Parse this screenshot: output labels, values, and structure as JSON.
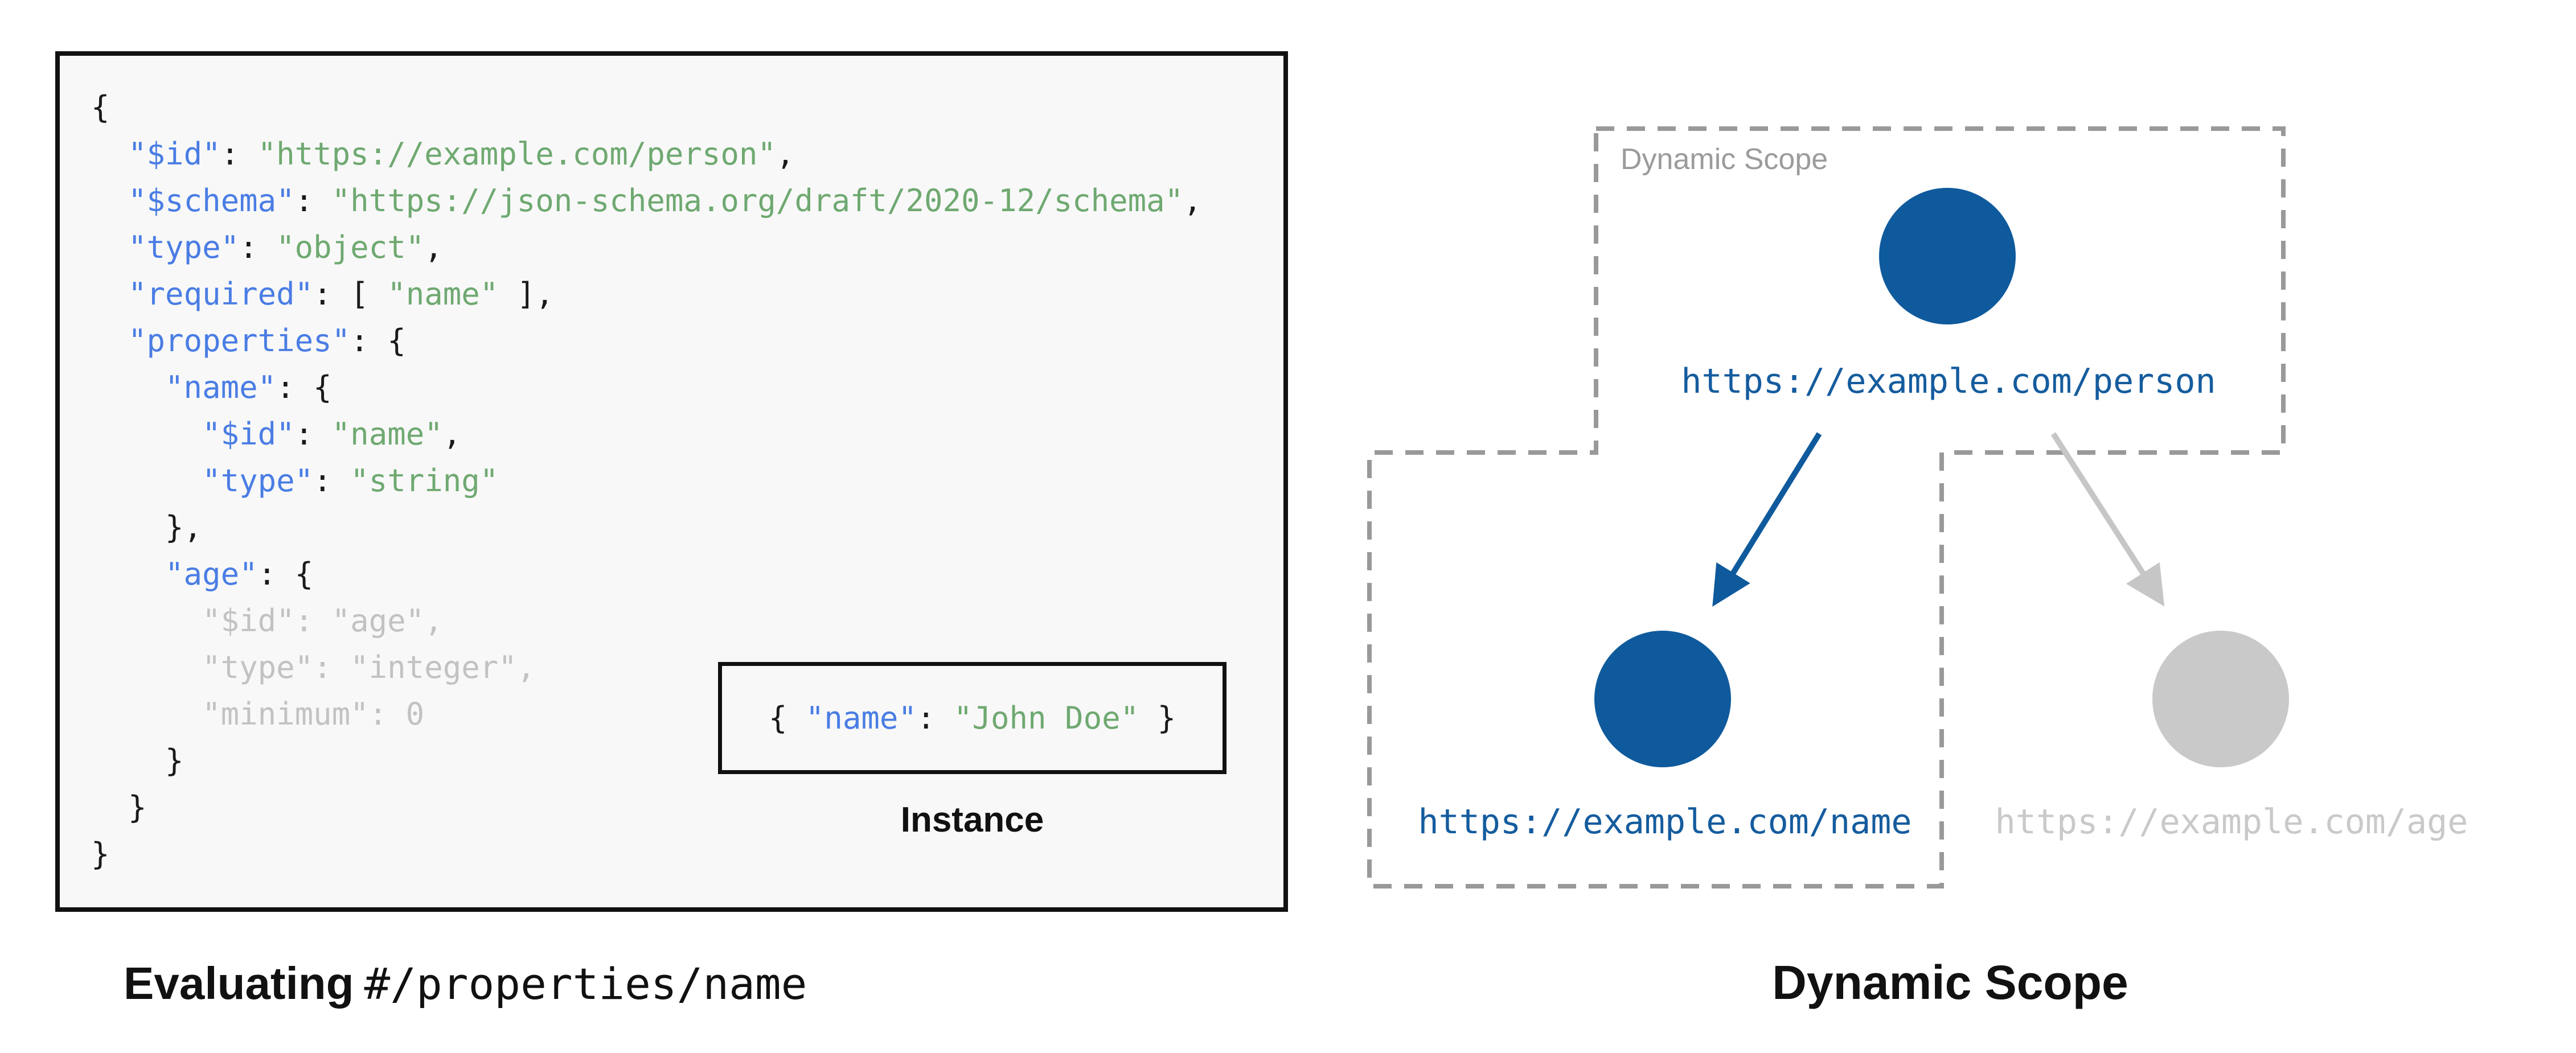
{
  "palette": {
    "node_blue": "#0f5a9c",
    "url_blue": "#155c9e",
    "code_key_blue": "#4a7de4",
    "code_string_green": "#6fa971",
    "code_dim_gray": "#c2c2c2",
    "dashed_border_gray": "#999999",
    "scope_label_gray": "#9b9b9b",
    "gray_node": "#c9c9c9",
    "gray_url": "#c9c9c9",
    "gray_arrow": "#c6c6c6",
    "code_background": "#f8f8f8",
    "box_border_black": "#111111"
  },
  "left_panel": {
    "code_lines": [
      [
        {
          "t": "{",
          "c": "p"
        }
      ],
      [
        {
          "t": "  ",
          "c": "p"
        },
        {
          "t": "\"$id\"",
          "c": "k"
        },
        {
          "t": ": ",
          "c": "p"
        },
        {
          "t": "\"https://example.com/person\"",
          "c": "s"
        },
        {
          "t": ",",
          "c": "p"
        }
      ],
      [
        {
          "t": "  ",
          "c": "p"
        },
        {
          "t": "\"$schema\"",
          "c": "k"
        },
        {
          "t": ": ",
          "c": "p"
        },
        {
          "t": "\"https://json-schema.org/draft/2020-12/schema\"",
          "c": "s"
        },
        {
          "t": ",",
          "c": "p"
        }
      ],
      [
        {
          "t": "  ",
          "c": "p"
        },
        {
          "t": "\"type\"",
          "c": "k"
        },
        {
          "t": ": ",
          "c": "p"
        },
        {
          "t": "\"object\"",
          "c": "s"
        },
        {
          "t": ",",
          "c": "p"
        }
      ],
      [
        {
          "t": "  ",
          "c": "p"
        },
        {
          "t": "\"required\"",
          "c": "k"
        },
        {
          "t": ": [ ",
          "c": "p"
        },
        {
          "t": "\"name\"",
          "c": "s"
        },
        {
          "t": " ],",
          "c": "p"
        }
      ],
      [
        {
          "t": "  ",
          "c": "p"
        },
        {
          "t": "\"properties\"",
          "c": "k"
        },
        {
          "t": ": {",
          "c": "p"
        }
      ],
      [
        {
          "t": "    ",
          "c": "p"
        },
        {
          "t": "\"name\"",
          "c": "k"
        },
        {
          "t": ": {",
          "c": "p"
        }
      ],
      [
        {
          "t": "      ",
          "c": "p"
        },
        {
          "t": "\"$id\"",
          "c": "k"
        },
        {
          "t": ": ",
          "c": "p"
        },
        {
          "t": "\"name\"",
          "c": "s"
        },
        {
          "t": ",",
          "c": "p"
        }
      ],
      [
        {
          "t": "      ",
          "c": "p"
        },
        {
          "t": "\"type\"",
          "c": "k"
        },
        {
          "t": ": ",
          "c": "p"
        },
        {
          "t": "\"string\"",
          "c": "s"
        }
      ],
      [
        {
          "t": "    },",
          "c": "p"
        }
      ],
      [
        {
          "t": "    ",
          "c": "p"
        },
        {
          "t": "\"age\"",
          "c": "k"
        },
        {
          "t": ": {",
          "c": "p"
        }
      ],
      [
        {
          "t": "      \"$id\": \"age\",",
          "c": "d"
        }
      ],
      [
        {
          "t": "      \"type\": \"integer\",",
          "c": "d"
        }
      ],
      [
        {
          "t": "      \"minimum\": 0",
          "c": "d"
        }
      ],
      [
        {
          "t": "    }",
          "c": "p"
        }
      ],
      [
        {
          "t": "  }",
          "c": "p"
        }
      ],
      [
        {
          "t": "}",
          "c": "p"
        }
      ]
    ],
    "instance": {
      "tokens": [
        {
          "t": "{ ",
          "c": "p"
        },
        {
          "t": "\"name\"",
          "c": "k"
        },
        {
          "t": ": ",
          "c": "p"
        },
        {
          "t": "\"John Doe\"",
          "c": "s"
        },
        {
          "t": " }",
          "c": "p"
        }
      ],
      "label": "Instance"
    },
    "caption": {
      "bold": "Evaluating",
      "mono": "#/properties/name"
    }
  },
  "right_panel": {
    "scope_label": "Dynamic Scope",
    "nodes": {
      "person": {
        "url": "https://example.com/person",
        "state": "active"
      },
      "name": {
        "url": "https://example.com/name",
        "state": "active"
      },
      "age": {
        "url": "https://example.com/age",
        "state": "inactive"
      }
    },
    "caption": "Dynamic Scope"
  }
}
